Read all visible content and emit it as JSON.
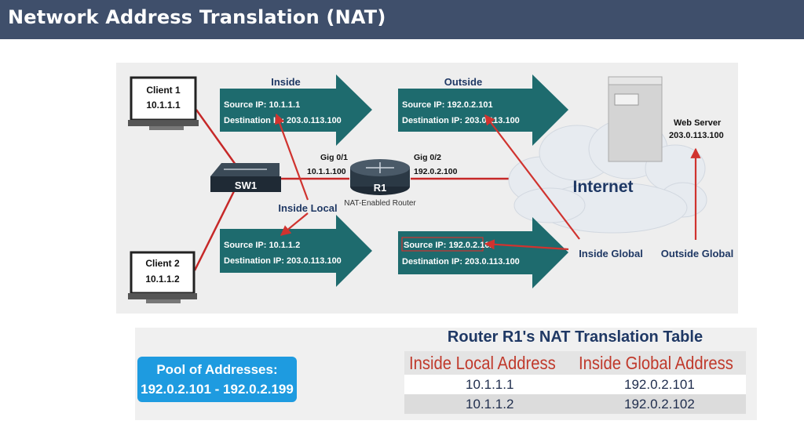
{
  "header": {
    "title": "Network Address Translation (NAT)"
  },
  "colors": {
    "title_bar": "#3f4f6b",
    "arrow_fill": "#1e6b6e",
    "red_line": "#d0332f",
    "pool_blue": "#1e9be0",
    "table_header_red": "#c0392b"
  },
  "diagram": {
    "client1": {
      "name": "Client 1",
      "ip": "10.1.1.1",
      "icon": "computer-icon"
    },
    "client2": {
      "name": "Client 2",
      "ip": "10.1.1.2",
      "icon": "computer-icon"
    },
    "switch": {
      "label": "SW1",
      "icon": "switch-icon"
    },
    "router": {
      "label": "R1",
      "caption": "NAT-Enabled Router",
      "icon": "router-icon",
      "gig01_label": "Gig 0/1",
      "gig01_ip": "10.1.1.100",
      "gig02_label": "Gig 0/2",
      "gig02_ip": "192.0.2.100"
    },
    "internet_label": "Internet",
    "web_server": {
      "label": "Web Server",
      "ip": "203.0.113.100",
      "icon": "server-icon"
    },
    "section_inside": "Inside",
    "section_outside": "Outside",
    "packets": {
      "inside_top": {
        "src": "Source IP:  10.1.1.1",
        "dst": "Destination IP: 203.0.113.100"
      },
      "outside_top": {
        "src": "Source IP:  192.0.2.101",
        "dst": "Destination IP: 203.0.113.100"
      },
      "inside_bottom": {
        "src": "Source IP:  10.1.1.2",
        "dst": "Destination IP: 203.0.113.100"
      },
      "outside_bottom": {
        "src": "Source IP:  192.0.2.102",
        "dst": "Destination IP: 203.0.113.100"
      }
    },
    "labels": {
      "inside_local": "Inside Local",
      "inside_global": "Inside Global",
      "outside_global": "Outside Global"
    }
  },
  "pool": {
    "title": "Pool of Addresses:",
    "range": "192.0.2.101 - 192.0.2.199"
  },
  "nat_table": {
    "title": "Router R1's NAT Translation Table",
    "columns": [
      "Inside Local Address",
      "Inside Global Address"
    ],
    "rows": [
      [
        "10.1.1.1",
        "192.0.2.101"
      ],
      [
        "10.1.1.2",
        "192.0.2.102"
      ]
    ]
  }
}
